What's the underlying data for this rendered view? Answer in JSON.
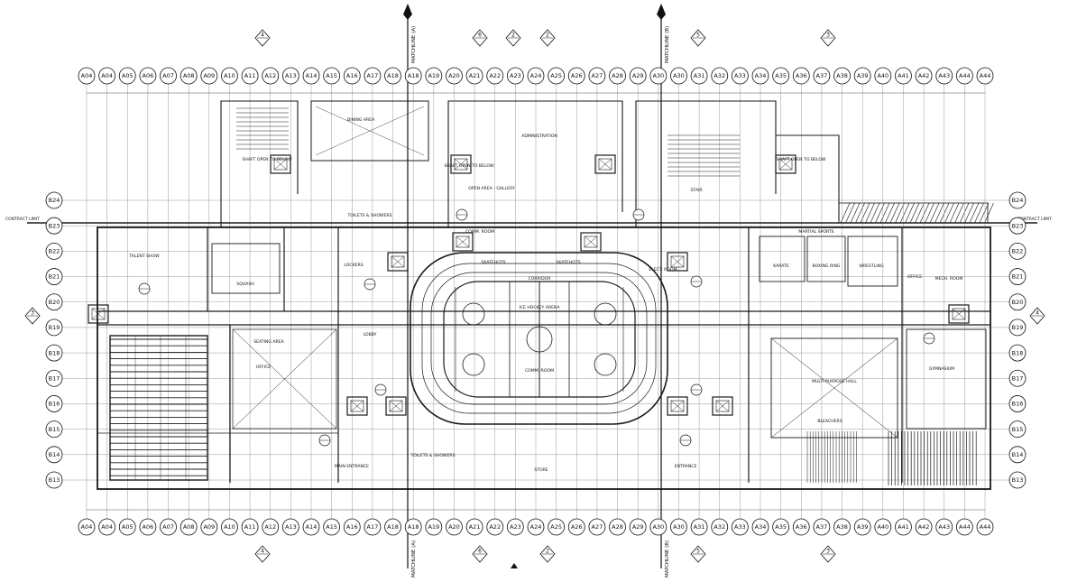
{
  "drawing": {
    "matchlines": [
      "MATCHLINE (A)",
      "MATCHLINE (B)"
    ],
    "contract_limit": "CONTRACT LIMIT",
    "top_col_grids": [
      "A04",
      "A04",
      "A05",
      "A06",
      "A07",
      "A08",
      "A09",
      "A10",
      "A11",
      "A12",
      "A13",
      "A14",
      "A15",
      "A16",
      "A17",
      "A18",
      "A18",
      "A19",
      "A20",
      "A21",
      "A22",
      "A23",
      "A24",
      "A25",
      "A26",
      "A27",
      "A28",
      "A29",
      "A30",
      "A30",
      "A31",
      "A32",
      "A33",
      "A34",
      "A35",
      "A36",
      "A37",
      "A38",
      "A39",
      "A40",
      "A41",
      "A42",
      "A43",
      "A44",
      "A44"
    ],
    "row_grids": [
      "B24",
      "B23",
      "B22",
      "B21",
      "B20",
      "B19",
      "B18",
      "B17",
      "B16",
      "B15",
      "B14",
      "B13"
    ],
    "section_markers_top": [
      "4",
      "6",
      "2",
      "2",
      "5",
      "3"
    ],
    "section_markers_bottom": [
      "4",
      "6",
      "2",
      "5",
      "3"
    ],
    "side_markers": [
      "3",
      "4"
    ],
    "rooms": [
      {
        "label": "TALENT SHOW"
      },
      {
        "label": "SQUASH"
      },
      {
        "label": "SEATING AREA"
      },
      {
        "label": "OFFICE"
      },
      {
        "label": "TOILETS & SHOWERS"
      },
      {
        "label": "LOCKERS"
      },
      {
        "label": "LOBBY"
      },
      {
        "label": "ICE HOCKEY ARENA"
      },
      {
        "label": "SKATEHOTS"
      },
      {
        "label": "SKATEHOTS"
      },
      {
        "label": "CORRIDOR"
      },
      {
        "label": "COMM. ROOM"
      },
      {
        "label": "COMM. ROOM"
      },
      {
        "label": "ELECT. ROOM"
      },
      {
        "label": "OPEN AREA - GALLERY"
      },
      {
        "label": "ADMINISTRATION"
      },
      {
        "label": "DINING AREA"
      },
      {
        "label": "MARTIAL SPORTS"
      },
      {
        "label": "KARATE"
      },
      {
        "label": "BOXING RING"
      },
      {
        "label": "WRESTLING"
      },
      {
        "label": "MULTI-PURPOSE HALL"
      },
      {
        "label": "BLEACHERS"
      },
      {
        "label": "GYMNASIUM"
      },
      {
        "label": "MAIN ENTRANCE"
      },
      {
        "label": "ENTRANCE"
      },
      {
        "label": "TOILETS & SHOWERS"
      },
      {
        "label": "STORE"
      },
      {
        "label": "OFFICE"
      },
      {
        "label": "MECH. ROOM"
      },
      {
        "label": "SHAFT OPEN TO BELOW"
      },
      {
        "label": "SHAFT OPEN TO BELOW"
      },
      {
        "label": "SHAFT OPEN TO BELOW"
      },
      {
        "label": "STAIR"
      }
    ]
  }
}
